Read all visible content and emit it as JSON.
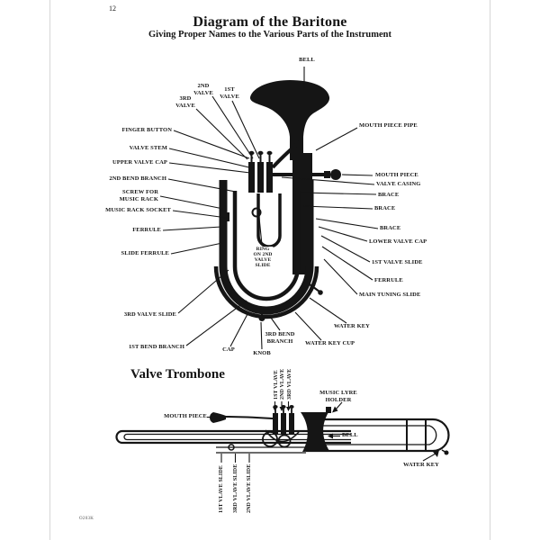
{
  "page": {
    "number": "12",
    "footer_code": "O203K"
  },
  "baritone": {
    "title": "Diagram of the Baritone",
    "subtitle": "Giving Proper Names to the Various Parts of the Instrument",
    "labels": {
      "bell": "BELL",
      "valve_2": "2ND\nVALVE",
      "valve_1": "1ST\nVALVE",
      "valve_3": "3RD\nVALVE",
      "finger_button": "FINGER BUTTON",
      "valve_stem": "VALVE STEM",
      "upper_valve_cap": "UPPER VALVE CAP",
      "bend_branch_2": "2ND BEND BRANCH",
      "screw_for_music_rack": "SCREW FOR\nMUSIC RACK",
      "music_rack_socket": "MUSIC RACK SOCKET",
      "ferrule_left": "FERRULE",
      "slide_ferrule": "SLIDE FERRULE",
      "valve_slide_3": "3RD VALVE SLIDE",
      "bend_branch_1": "1ST BEND BRANCH",
      "cap": "CAP",
      "knob": "KNOB",
      "bend_branch_3": "3RD BEND\nBRANCH",
      "water_key_cup": "WATER KEY CUP",
      "water_key": "WATER KEY",
      "mouth_piece_pipe": "MOUTH PIECE PIPE",
      "mouth_piece": "MOUTH PIECE",
      "valve_casing": "VALVE CASING",
      "brace_1": "BRACE",
      "brace_2": "BRACE",
      "brace_3": "BRACE",
      "lower_valve_cap": "LOWER VALVE CAP",
      "valve_slide_1": "1ST VALVE SLIDE",
      "ferrule_right": "FERRULE",
      "main_tuning_slide": "MAIN TUNING SLIDE",
      "ring_on_2nd_valve_slide": "RING\nON 2ND\nVALVE\nSLIDE"
    }
  },
  "trombone": {
    "title": "Valve Trombone",
    "labels": {
      "vlave_1": "1ST VLAVE",
      "vlave_2": "2ND VLAVE",
      "vlave_3": "3RD VLAVE",
      "music_lyre_holder": "MUSIC LYRE\nHOLDER",
      "mouth_piece": "MOUTH PIECE",
      "bell": "BELL",
      "water_key": "WATER KEY",
      "vlave_slide_1": "1ST VLAVE SLIDE",
      "vlave_slide_3": "3RD VLAVE SLIDE",
      "vlave_slide_2": "2ND VLAVE SLIDE"
    }
  }
}
